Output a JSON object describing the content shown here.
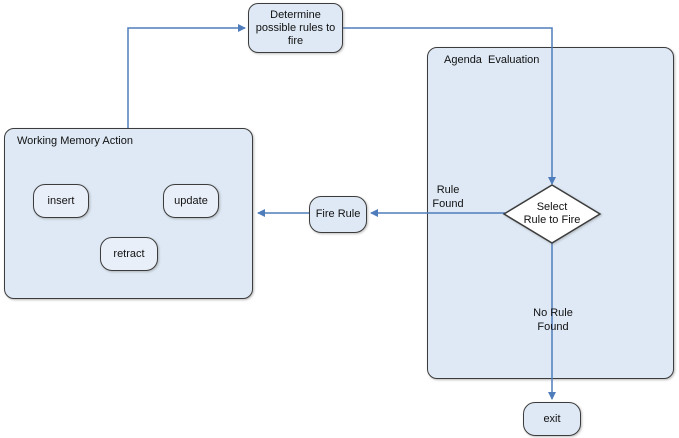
{
  "nodes": {
    "determine": {
      "lines": [
        "Determine",
        "possible rules to",
        "fire"
      ]
    },
    "agenda": {
      "label": "Agenda  Evaluation"
    },
    "working_memory": {
      "label": "Working Memory Action"
    },
    "insert": {
      "label": "insert"
    },
    "update": {
      "label": "update"
    },
    "retract": {
      "label": "retract"
    },
    "fire_rule": {
      "label": "Fire Rule"
    },
    "select_rule": {
      "lines": [
        "Select",
        "Rule to Fire"
      ]
    },
    "exit": {
      "label": "exit"
    }
  },
  "edge_labels": {
    "rule_found": {
      "lines": [
        "Rule",
        "Found"
      ]
    },
    "no_rule_found": {
      "lines": [
        "No Rule",
        "Found"
      ]
    }
  },
  "colors": {
    "container_fill": "#dee9f5",
    "node_fill": "#dfe9f5",
    "inner_node_fill": "#e9eff9",
    "diamond_fill": "#ffffff",
    "border": "#3c3c3c",
    "arrow": "#4f7dbb",
    "text": "#111111",
    "background": "#ffffff"
  }
}
